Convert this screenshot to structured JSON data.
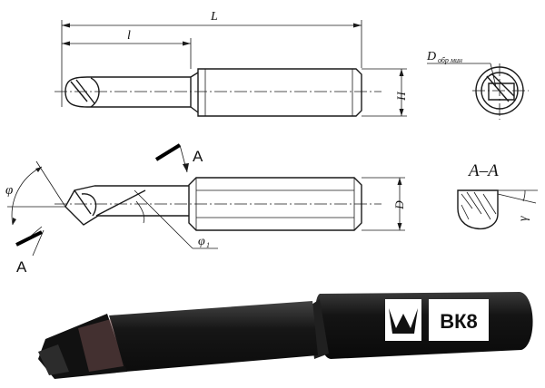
{
  "labels": {
    "total_length": "L",
    "working_length": "l",
    "height": "H",
    "diameter": "D",
    "bore_diameter_main": "D",
    "bore_diameter_sub": "обр мин",
    "main_angle": "φ",
    "aux_angle_main": "φ",
    "aux_angle_sub": "1",
    "rake_angle": "γ",
    "section_mark_top": "A",
    "section_mark_bottom": "A",
    "section_title": "A–A"
  },
  "tool_marking": {
    "grade": "ВК8",
    "logo": "stylized-crown-logo"
  },
  "colors": {
    "drawing_line": "#1a1a1a",
    "tool_body": "#1b1b1b",
    "tool_highlight": "#4a4a4a",
    "label_plate": "#ffffff",
    "insert_tint": "#6e4a4a"
  }
}
